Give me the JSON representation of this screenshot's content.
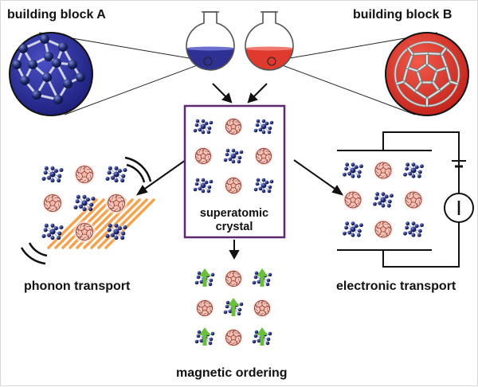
{
  "labels": {
    "building_block_a": "building block A",
    "building_block_b": "building block B",
    "superatomic_crystal_line1": "superatomic",
    "superatomic_crystal_line2": "crystal",
    "phonon_transport": "phonon transport",
    "electronic_transport": "electronic transport",
    "magnetic_ordering": "magnetic ordering"
  },
  "colors": {
    "block_a_fill": "#2e3192",
    "block_b_fill": "#e03a2f",
    "crystal_border": "#5b2a6e",
    "cluster_atom": "#1f2a6b",
    "fullerene_halo": "#f6b7a9",
    "phonon_stripe": "#f29a3c",
    "spin_arrow": "#6bbf3a",
    "circuit_line": "#111111",
    "cluster_halo": "#c9cdf2"
  },
  "icons": {
    "flask_left": "flask-blue-solution",
    "flask_right": "flask-red-solution",
    "cluster": "octahedral-cluster",
    "fullerene": "c60-fullerene",
    "battery": "battery-symbol",
    "ammeter": "current-meter-symbol",
    "spin": "spin-up-arrow"
  },
  "grids": {
    "central_crystal": [
      [
        "cluster",
        "fullerene",
        "cluster"
      ],
      [
        "fullerene",
        "cluster",
        "fullerene"
      ],
      [
        "cluster",
        "fullerene",
        "cluster"
      ]
    ],
    "phonon_crystal": [
      [
        "cluster",
        "fullerene",
        "cluster"
      ],
      [
        "fullerene",
        "cluster",
        "fullerene"
      ],
      [
        "cluster",
        "fullerene",
        "cluster"
      ]
    ],
    "electronic_crystal": [
      [
        "cluster",
        "fullerene",
        "cluster"
      ],
      [
        "fullerene",
        "cluster",
        "fullerene"
      ],
      [
        "cluster",
        "fullerene",
        "cluster"
      ]
    ],
    "magnetic_crystal": [
      [
        "cluster",
        "fullerene",
        "cluster"
      ],
      [
        "fullerene",
        "cluster",
        "fullerene"
      ],
      [
        "cluster",
        "fullerene",
        "cluster"
      ]
    ]
  }
}
